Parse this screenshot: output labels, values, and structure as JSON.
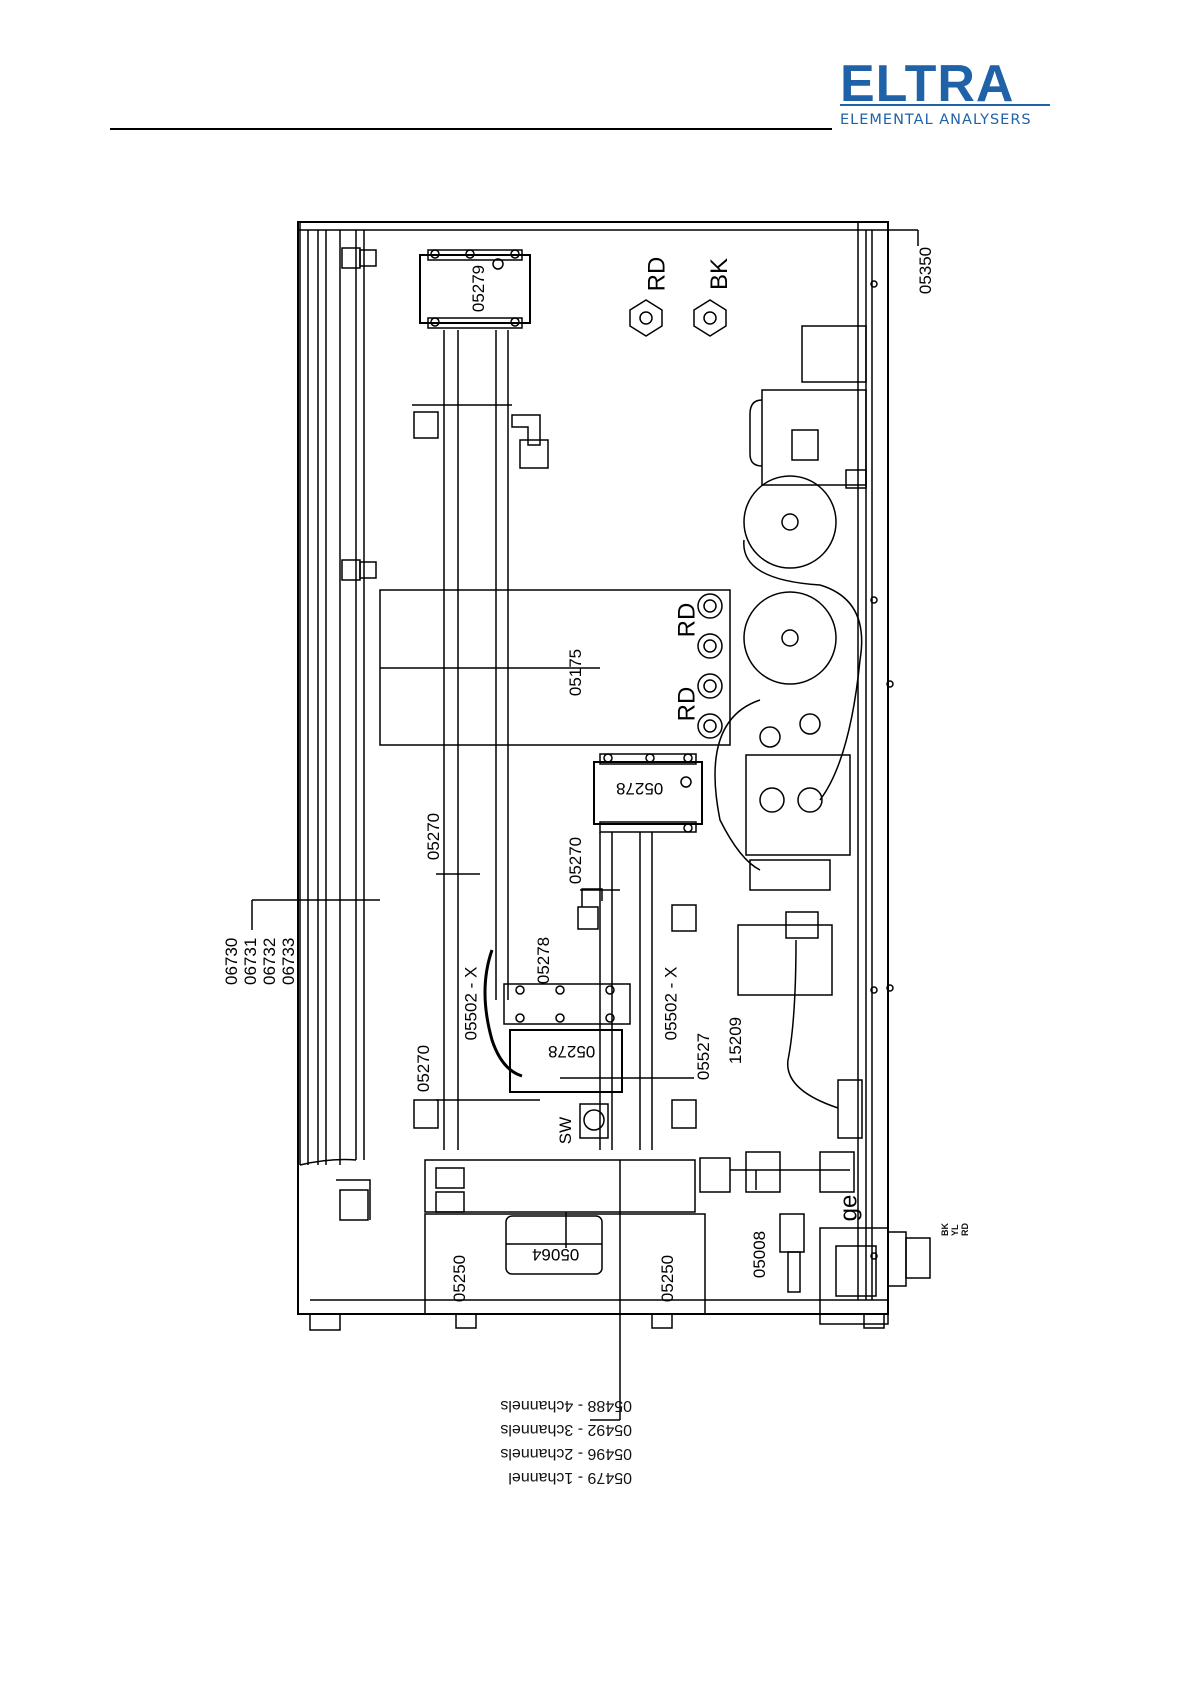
{
  "header": {
    "logo_word": "ELTRA",
    "logo_tagline": "ELEMENTAL ANALYSERS"
  },
  "colors": {
    "brand": "#1f62a8",
    "line": "#000000"
  },
  "drawing": {
    "top_labels": {
      "p05279": "05279",
      "p05350": "05350",
      "rd_top": "RD",
      "bk_top": "BK"
    },
    "center_labels": {
      "p05175": "05175",
      "rd_mid1": "RD",
      "rd_mid2": "RD",
      "p05278_upper": "05278",
      "p05270_a": "05270",
      "p05270_b": "05270",
      "p05270_c": "05270",
      "p05278_lower": "05278",
      "p05278_label": "05278",
      "p05502_left": "05502 - X",
      "p05502_right": "05502 - X",
      "p05527": "05527",
      "p15209": "15209",
      "sw": "SW",
      "ge": "ge",
      "p05008": "05008",
      "p05064": "05064",
      "p05250_left": "05250",
      "p05250_right": "05250"
    },
    "wire_colors": [
      "BK",
      "YL",
      "RD"
    ],
    "side_parts": [
      "06730",
      "06731",
      "06732",
      "06733"
    ],
    "channel_variants": [
      "05488 - 4channels",
      "05492 - 3channels",
      "05496 - 2channels",
      "05479 - 1channel"
    ]
  }
}
